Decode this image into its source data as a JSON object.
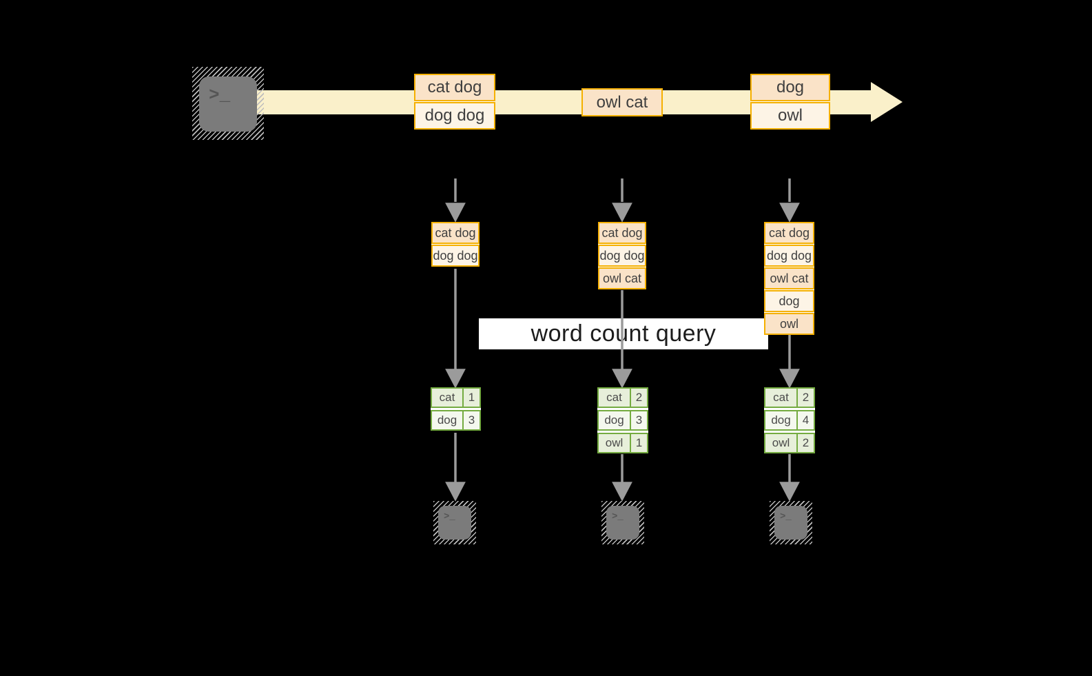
{
  "labels": {
    "query": "word count query"
  },
  "icons": {
    "terminal_glyph": ">_"
  },
  "stream": {
    "events": [
      {
        "rows": [
          "cat dog",
          "dog dog"
        ]
      },
      {
        "rows": [
          "owl cat"
        ]
      },
      {
        "rows": [
          "dog",
          "owl"
        ]
      }
    ]
  },
  "queues": [
    {
      "rows": [
        "cat dog",
        "dog dog"
      ]
    },
    {
      "rows": [
        "cat dog",
        "dog dog",
        "owl cat"
      ]
    },
    {
      "rows": [
        "cat dog",
        "dog dog",
        "owl cat",
        "dog",
        "owl"
      ]
    }
  ],
  "counts": [
    {
      "rows": [
        {
          "word": "cat",
          "count": "1"
        },
        {
          "word": "dog",
          "count": "3"
        }
      ]
    },
    {
      "rows": [
        {
          "word": "cat",
          "count": "2"
        },
        {
          "word": "dog",
          "count": "3"
        },
        {
          "word": "owl",
          "count": "1"
        }
      ]
    },
    {
      "rows": [
        {
          "word": "cat",
          "count": "2"
        },
        {
          "word": "dog",
          "count": "4"
        },
        {
          "word": "owl",
          "count": "2"
        }
      ]
    }
  ],
  "colors": {
    "amber_border": "#F5B000",
    "peach_fill": "#FAE3C8",
    "cream_fill": "#FDF4E6",
    "stream_band": "#FAF0CA",
    "green_border": "#74AB40",
    "cell_green": "#E7EFDA",
    "cell_white": "#F4F8EE",
    "arrow_gray": "#9B9B9B",
    "terminal_gray": "#7B7B7B",
    "text_ink": "#3F3F3F",
    "query_text": "#1C1C1C"
  }
}
